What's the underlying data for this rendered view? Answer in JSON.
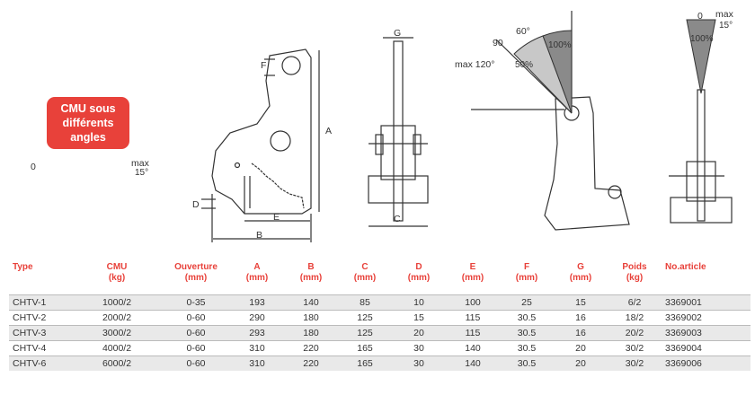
{
  "badge": {
    "text": "CMU sous différents angles"
  },
  "angle_small": {
    "zero": "0",
    "max": "max",
    "deg": "15°"
  },
  "dims": {
    "F": "F",
    "A": "A",
    "D": "D",
    "E": "E",
    "B": "B",
    "G": "G",
    "C": "C"
  },
  "angles": {
    "a90": "90",
    "a60": "60°",
    "max120": "max 120°",
    "p50": "50%",
    "p100": "100%",
    "zero": "0",
    "max": "max",
    "deg15": "15°",
    "p100b": "100%"
  },
  "table": {
    "headers": [
      {
        "line1": "Type",
        "line2": ""
      },
      {
        "line1": "CMU",
        "line2": "(kg)"
      },
      {
        "line1": "Ouverture",
        "line2": "(mm)"
      },
      {
        "line1": "A",
        "line2": "(mm)"
      },
      {
        "line1": "B",
        "line2": "(mm)"
      },
      {
        "line1": "C",
        "line2": "(mm)"
      },
      {
        "line1": "D",
        "line2": "(mm)"
      },
      {
        "line1": "E",
        "line2": "(mm)"
      },
      {
        "line1": "F",
        "line2": "(mm)"
      },
      {
        "line1": "G",
        "line2": "(mm)"
      },
      {
        "line1": "Poids",
        "line2": "(kg)"
      },
      {
        "line1": "No.article",
        "line2": ""
      }
    ],
    "rows": [
      [
        "CHTV-1",
        "1000/2",
        "0-35",
        "193",
        "140",
        "85",
        "10",
        "100",
        "25",
        "15",
        "6/2",
        "3369001"
      ],
      [
        "CHTV-2",
        "2000/2",
        "0-60",
        "290",
        "180",
        "125",
        "15",
        "115",
        "30.5",
        "16",
        "18/2",
        "3369002"
      ],
      [
        "CHTV-3",
        "3000/2",
        "0-60",
        "293",
        "180",
        "125",
        "20",
        "115",
        "30.5",
        "16",
        "20/2",
        "3369003"
      ],
      [
        "CHTV-4",
        "4000/2",
        "0-60",
        "310",
        "220",
        "165",
        "30",
        "140",
        "30.5",
        "20",
        "30/2",
        "3369004"
      ],
      [
        "CHTV-6",
        "6000/2",
        "0-60",
        "310",
        "220",
        "165",
        "30",
        "140",
        "30.5",
        "20",
        "30/2",
        "3369006"
      ]
    ]
  },
  "colors": {
    "accent": "#e8413a",
    "row_shade": "#e9e9e9",
    "line": "#333333",
    "sector_dark": "#8a8a8a",
    "sector_light": "#c8c8c8"
  }
}
